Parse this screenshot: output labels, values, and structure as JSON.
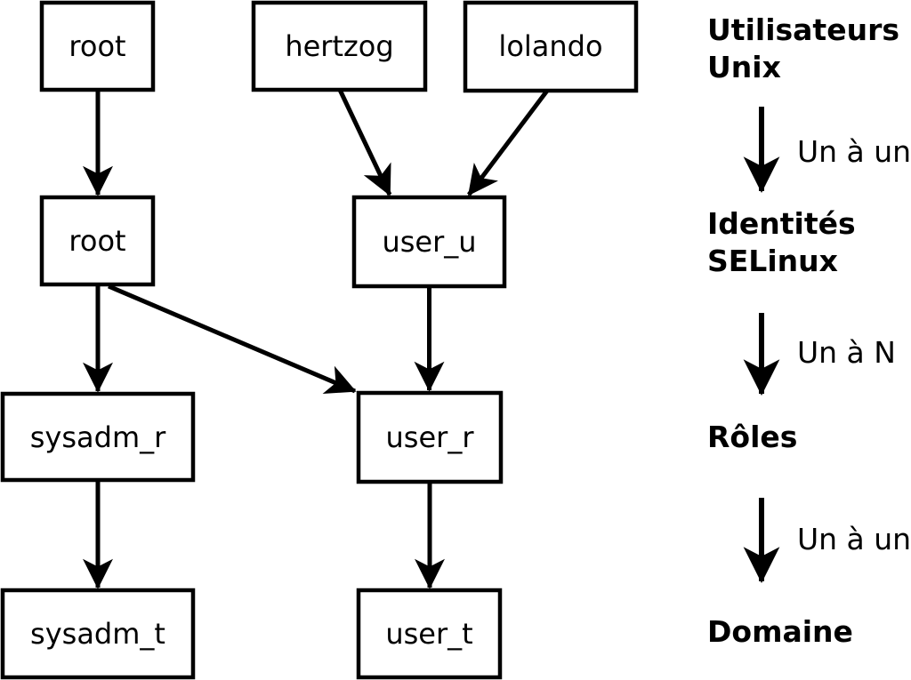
{
  "palette": {
    "background": "#ffffff",
    "foreground": "#000000"
  },
  "diagram": {
    "unix_users": [
      {
        "label": "root"
      },
      {
        "label": "hertzog"
      },
      {
        "label": "lolando"
      }
    ],
    "selinux_identities": [
      {
        "label": "root"
      },
      {
        "label": "user_u"
      }
    ],
    "roles": [
      {
        "label": "sysadm_r"
      },
      {
        "label": "user_r"
      }
    ],
    "domains": [
      {
        "label": "sysadm_t"
      },
      {
        "label": "user_t"
      }
    ],
    "edges": [
      {
        "from": "root (utilisateur Unix)",
        "to": "root (identité SELinux)"
      },
      {
        "from": "hertzog",
        "to": "user_u"
      },
      {
        "from": "lolando",
        "to": "user_u"
      },
      {
        "from": "root (identité SELinux)",
        "to": "sysadm_r"
      },
      {
        "from": "root (identité SELinux)",
        "to": "user_r"
      },
      {
        "from": "user_u",
        "to": "user_r"
      },
      {
        "from": "sysadm_r",
        "to": "sysadm_t"
      },
      {
        "from": "user_r",
        "to": "user_t"
      }
    ]
  },
  "legend": {
    "unix_users_line1": "Utilisateurs",
    "unix_users_line2": "Unix",
    "mapping1": "Un à un",
    "selinux_line1": "Identités",
    "selinux_line2": "SELinux",
    "mapping2": "Un à N",
    "roles": "Rôles",
    "mapping3": "Un à un",
    "domain": "Domaine"
  }
}
